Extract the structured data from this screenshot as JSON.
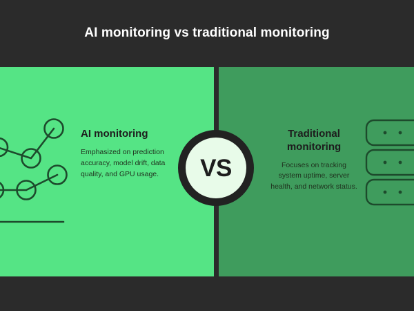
{
  "title": "AI monitoring vs traditional monitoring",
  "colors": {
    "background": "#2b2b2b",
    "left_panel": "#55e485",
    "right_panel": "#3f9c5d",
    "ink": "#1d1d1d",
    "badge_fill": "#e8fbe9",
    "title_text": "#ffffff"
  },
  "center": {
    "vs_label": "VS"
  },
  "panels": {
    "left": {
      "heading": "AI monitoring",
      "body": "Emphasized on prediction accuracy, model drift, data quality, and GPU usage.",
      "graphic": "line-chart-nodes-icon"
    },
    "right": {
      "heading": "Traditional monitoring",
      "body": "Focuses on tracking system uptime, server health, and network status.",
      "graphic": "server-racks-icon"
    }
  }
}
